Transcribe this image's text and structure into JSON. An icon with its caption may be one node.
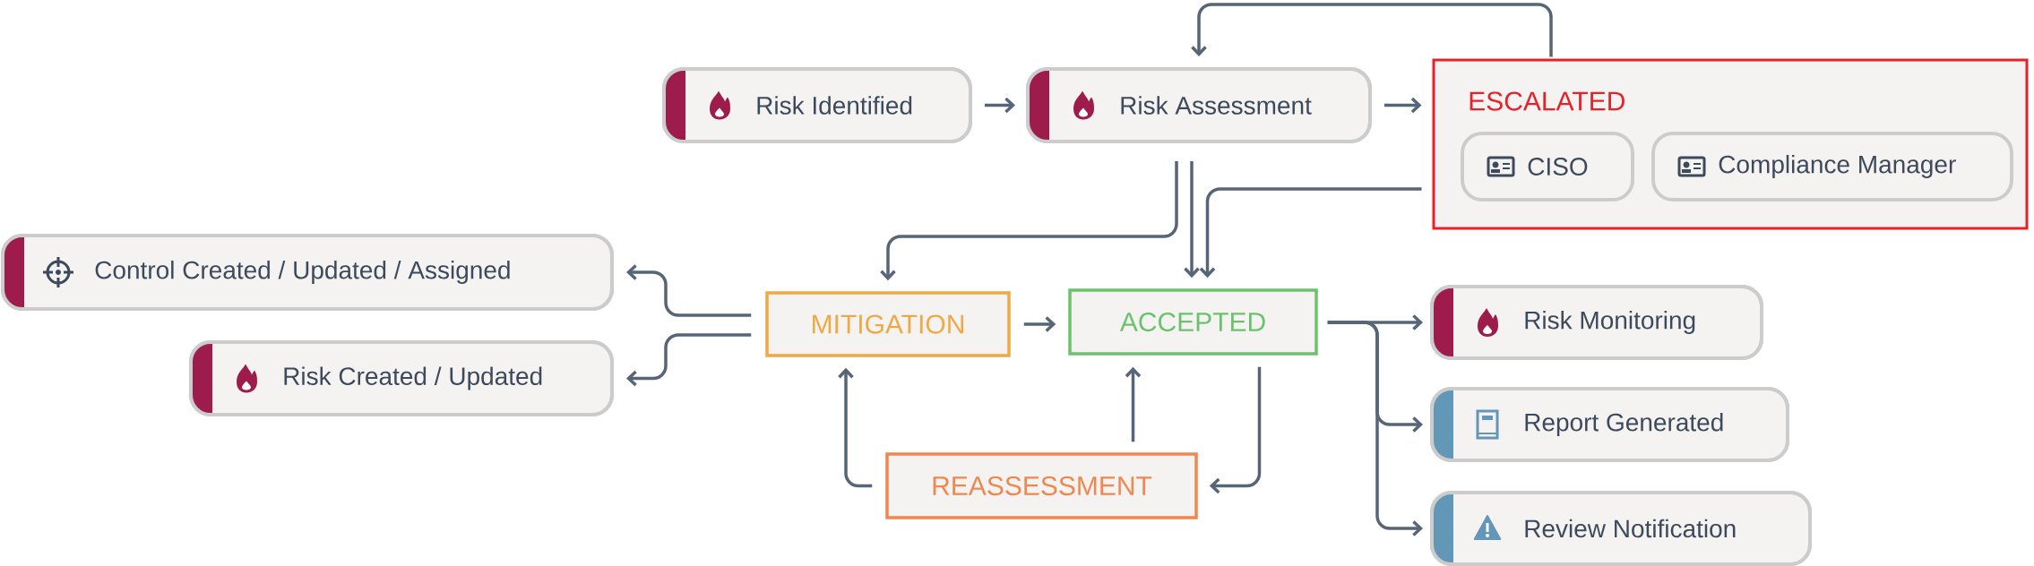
{
  "diagram": {
    "nodes": [
      {
        "text": [
          "Risk Identified"
        ]
      },
      {
        "text": [
          "Risk Assessment"
        ]
      },
      {
        "text": [
          "ESCALATED"
        ]
      },
      {
        "text": [
          "CISO"
        ],
        "in": 2
      },
      {
        "text": [
          "Compliance Manager"
        ],
        "in": 2
      },
      {
        "text": [
          "Control Created / Updated / Assigned"
        ]
      },
      {
        "text": [
          "Risk Created / Updated"
        ]
      },
      {
        "text": [
          "MITIGATION"
        ]
      },
      {
        "text": [
          "ACCEPTED"
        ]
      },
      {
        "text": [
          "REASSESSMENT"
        ]
      },
      {
        "text": [
          "Risk Monitoring"
        ]
      },
      {
        "text": [
          "Report Generated"
        ]
      },
      {
        "text": [
          "Review Notification"
        ]
      }
    ],
    "edges": [
      {
        "from": 0,
        "to": 1,
        "arrow": "to"
      },
      {
        "from": 1,
        "to": 2,
        "arrow": "to"
      },
      {
        "from": 2,
        "to": 1,
        "arrow": "to"
      },
      {
        "from": 1,
        "to": 7,
        "arrow": "to"
      },
      {
        "from": 1,
        "to": 8,
        "arrow": "to"
      },
      {
        "from": 2,
        "to": 8,
        "arrow": "to"
      },
      {
        "from": 7,
        "to": 5,
        "arrow": "to"
      },
      {
        "from": 7,
        "to": 6,
        "arrow": "to"
      },
      {
        "from": 7,
        "to": 8,
        "arrow": "to"
      },
      {
        "from": 8,
        "to": 10,
        "arrow": "to"
      },
      {
        "from": 8,
        "to": 11,
        "arrow": "to"
      },
      {
        "from": 8,
        "to": 12,
        "arrow": "to"
      },
      {
        "from": 9,
        "to": 7,
        "arrow": "to"
      },
      {
        "from": 9,
        "to": 8,
        "arrow": "to"
      },
      {
        "from": 8,
        "to": 9,
        "arrow": "to"
      }
    ]
  }
}
